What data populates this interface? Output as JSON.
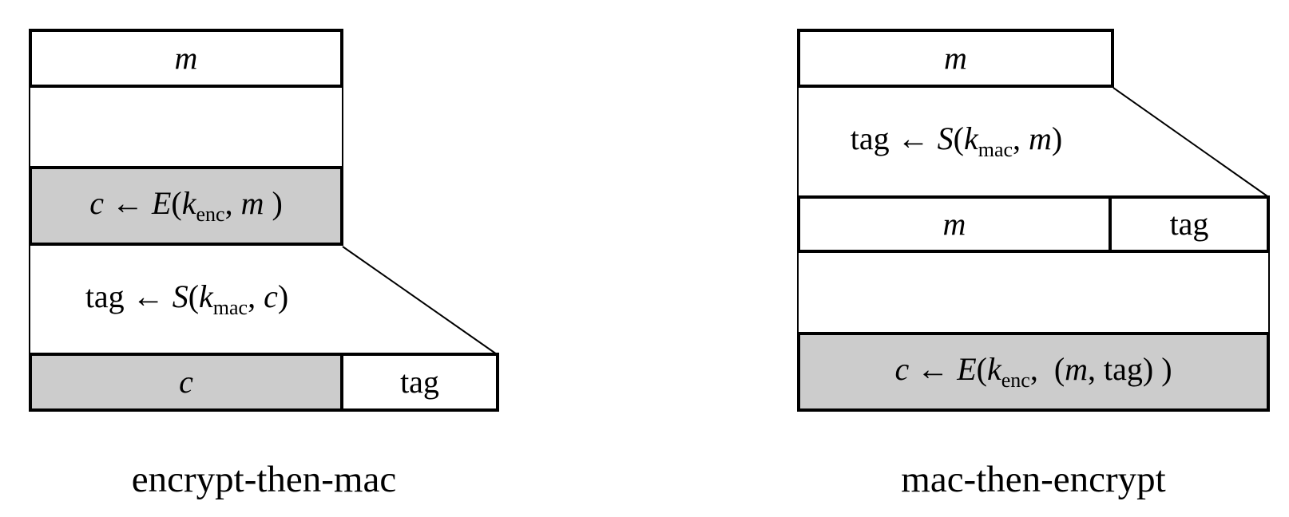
{
  "colors": {
    "stroke": "#000000",
    "shaded_fill": "#cccccc",
    "background": "#ffffff"
  },
  "diagrams": {
    "etm": {
      "label": "encrypt-then-mac",
      "top_box": "m",
      "enc_formula": {
        "p0": "c",
        "p1": " ← ",
        "p2": "E",
        "p3": "(",
        "p4": "k",
        "p5": "enc",
        "p6": ", ",
        "p7": "m",
        "p8": " )"
      },
      "mac_formula": {
        "p0": "tag",
        "p1": " ← ",
        "p2": "S",
        "p3": "(",
        "p4": "k",
        "p5": "mac",
        "p6": ", ",
        "p7": "c",
        "p8": ")"
      },
      "output_row": {
        "left": "c",
        "right": "tag"
      }
    },
    "mte": {
      "label": "mac-then-encrypt",
      "top_box": "m",
      "mac_formula": {
        "p0": "tag",
        "p1": " ← ",
        "p2": "S",
        "p3": "(",
        "p4": "k",
        "p5": "mac",
        "p6": ", ",
        "p7": "m",
        "p8": ")"
      },
      "mid_row": {
        "left": "m",
        "right": "tag"
      },
      "enc_formula": {
        "p0": "c",
        "p1": " ← ",
        "p2": "E",
        "p3": "(",
        "p4": "k",
        "p5": "enc",
        "p6": ",  (",
        "p7": "m",
        "p8": ", tag) )"
      }
    }
  }
}
